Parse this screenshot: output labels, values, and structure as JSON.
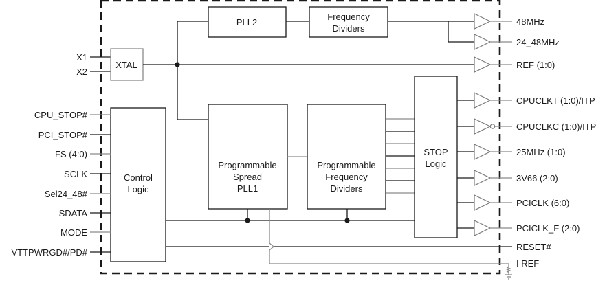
{
  "diagram": {
    "title": "Clock Generator Block Diagram",
    "blocks": {
      "xtal": {
        "label": "XTAL"
      },
      "pll2": {
        "label": "PLL2"
      },
      "freq_dividers": {
        "line1": "Frequency",
        "line2": "Dividers"
      },
      "control_logic": {
        "line1": "Control",
        "line2": "Logic"
      },
      "pll1": {
        "line1": "Programmable",
        "line2": "Spread",
        "line3": "PLL1"
      },
      "prog_dividers": {
        "line1": "Programmable",
        "line2": "Frequency",
        "line3": "Dividers"
      },
      "stop_logic": {
        "line1": "STOP",
        "line2": "Logic"
      }
    },
    "inputs": {
      "xtal": [
        "X1",
        "X2"
      ],
      "control": [
        "CPU_STOP#",
        "PCI_STOP#",
        "FS (4:0)",
        "SCLK",
        "Sel24_48#",
        "SDATA",
        "MODE",
        "VTTPWRGD#/PD#"
      ]
    },
    "outputs": {
      "pll2": [
        "48MHz",
        "24_48MHz"
      ],
      "ref": "REF (1:0)",
      "stop": [
        "CPUCLKT (1:0)/ITP",
        "CPUCLKC (1:0)/ITP",
        "25MHz (1:0)",
        "3V66 (2:0)",
        "PCICLK (6:0)",
        "PCICLK_F (2:0)"
      ],
      "reset": "RESET#",
      "iref": "I REF"
    }
  }
}
